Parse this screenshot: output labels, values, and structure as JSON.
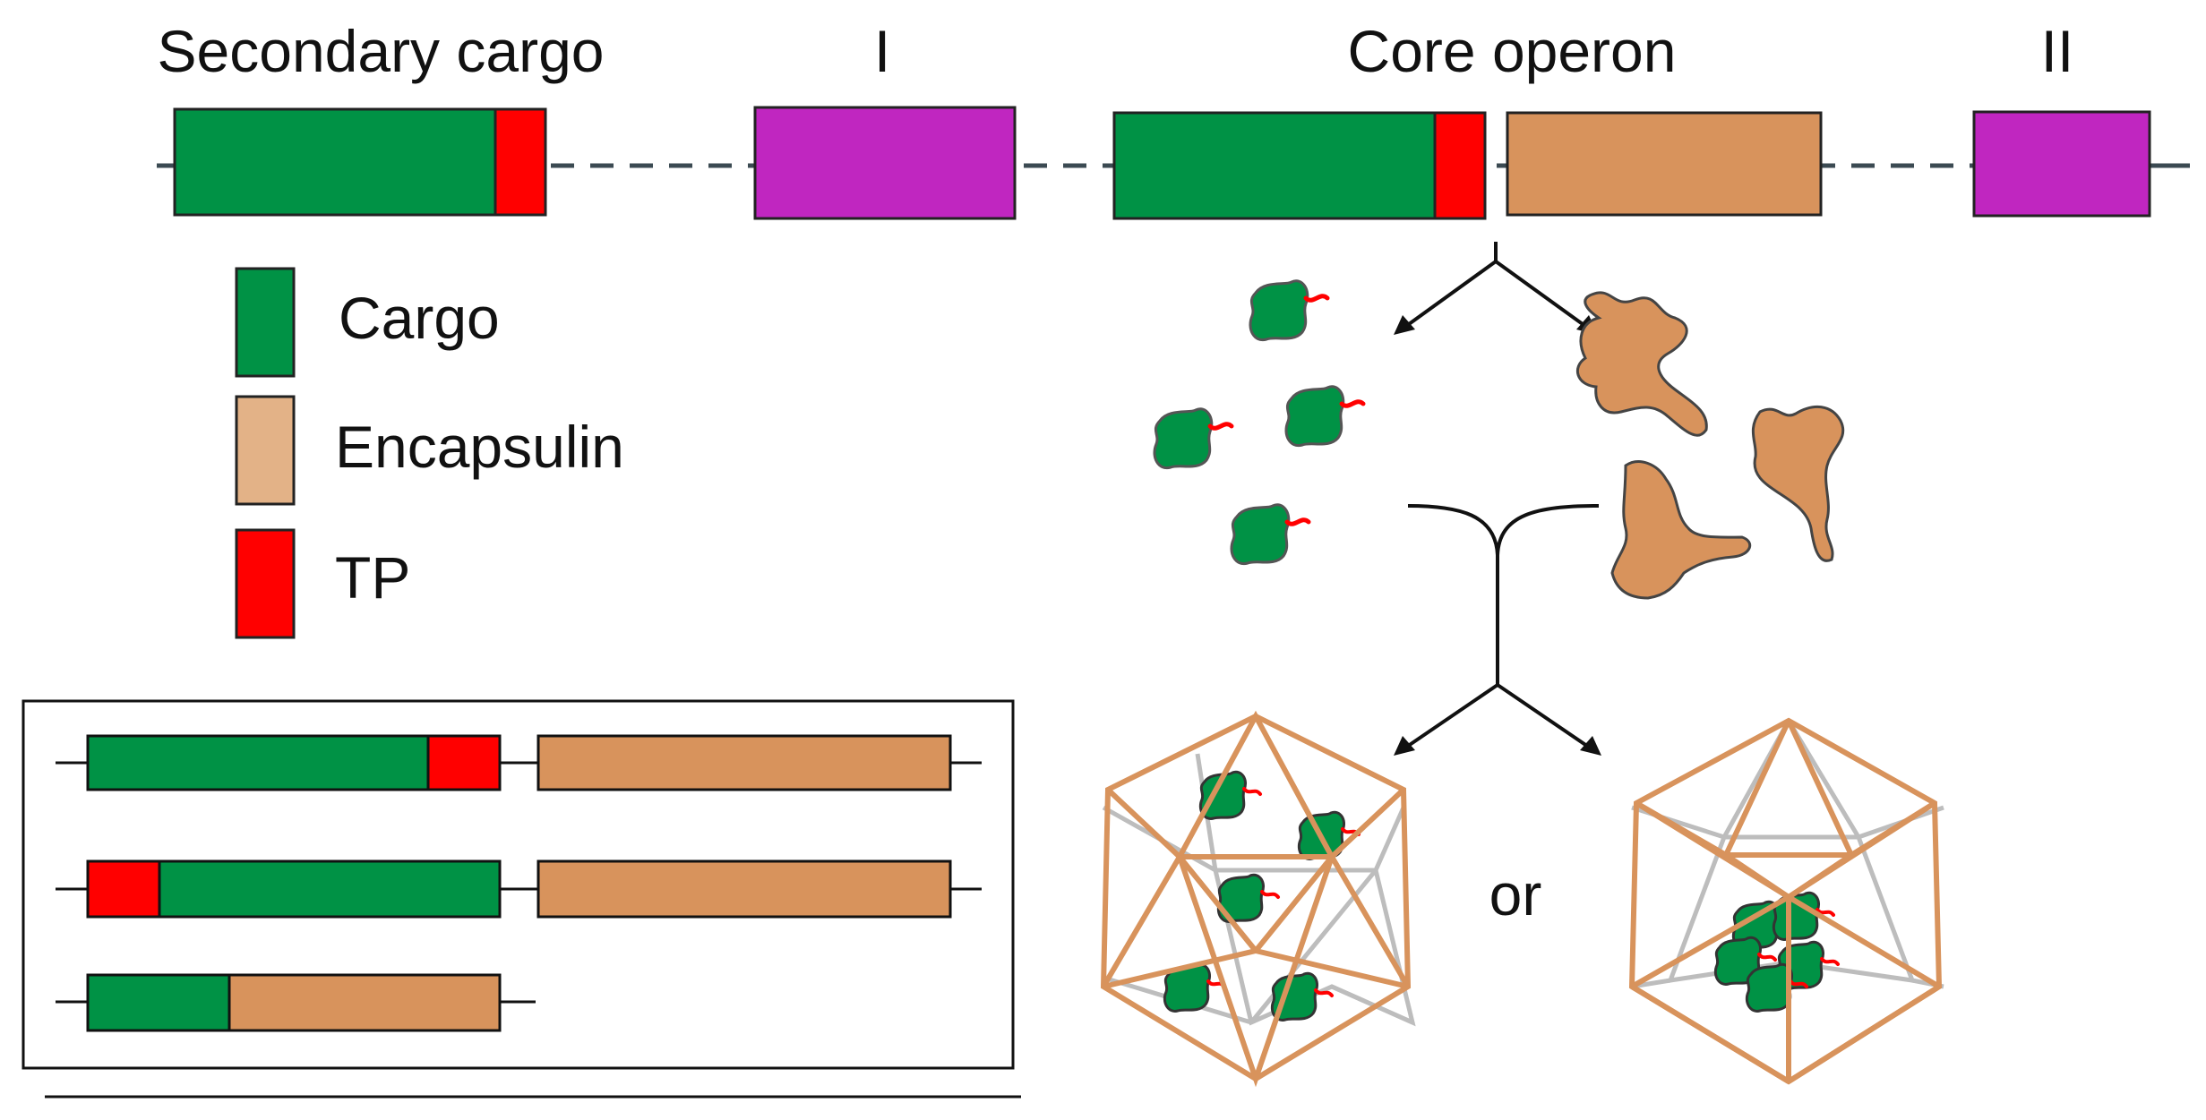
{
  "labels": {
    "secondary_cargo": "Secondary cargo",
    "region_i": "I",
    "core_operon": "Core operon",
    "region_ii": "II",
    "or": "or"
  },
  "legend": [
    {
      "label": "Cargo",
      "color": "#009245"
    },
    {
      "label": "Encapsulin",
      "color": "#e3b287"
    },
    {
      "label": "TP",
      "color": "#ff0000"
    }
  ],
  "colors": {
    "cargo": "#009245",
    "encapsulin": "#d8935c",
    "tp": "#ff0000",
    "region": "#c026c0",
    "dash": "#3b4a52",
    "cage_front": "#d8935c",
    "cage_back": "#bdbdbd"
  }
}
